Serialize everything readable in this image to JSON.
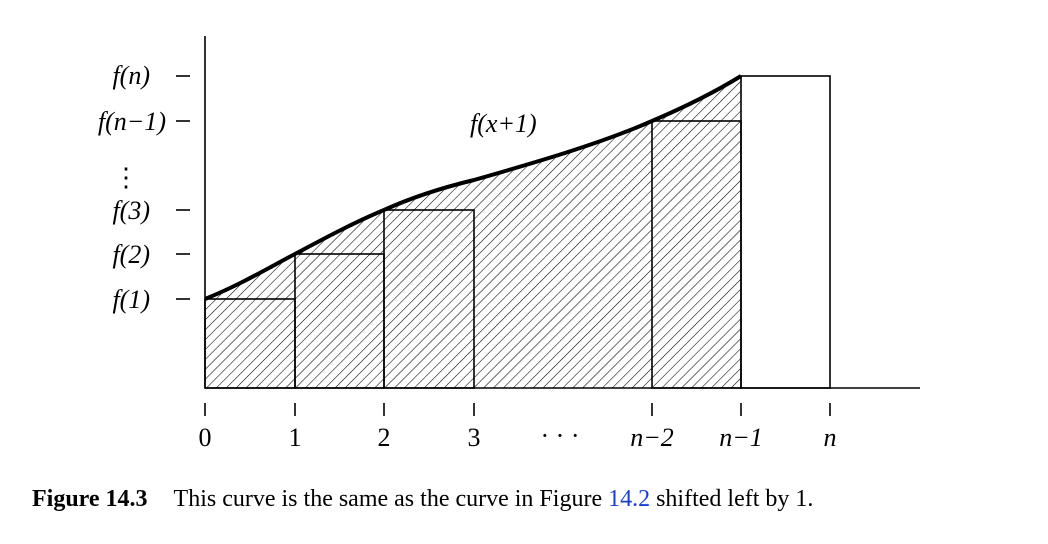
{
  "diagram": {
    "curve_label_parts": [
      "f(",
      "x",
      "+1)"
    ],
    "y_labels": [
      {
        "id": "fn",
        "parts": [
          "f(n)"
        ]
      },
      {
        "id": "fn1",
        "parts": [
          "f(n",
          "−",
          "1)"
        ]
      },
      {
        "id": "f3",
        "parts": [
          "f(3)"
        ]
      },
      {
        "id": "f2",
        "parts": [
          "f(2)"
        ]
      },
      {
        "id": "f1",
        "parts": [
          "f(1)"
        ]
      }
    ],
    "y_ellipsis": "⋮",
    "x_labels": [
      "0",
      "1",
      "2",
      "3",
      "n−2",
      "n−1",
      "n"
    ],
    "x_ellipsis": "· · ·"
  },
  "caption": {
    "label": "Figure 14.3",
    "text_before": "This curve is the same as the curve in Figure ",
    "ref": "14.2",
    "text_after": " shifted left by 1."
  }
}
